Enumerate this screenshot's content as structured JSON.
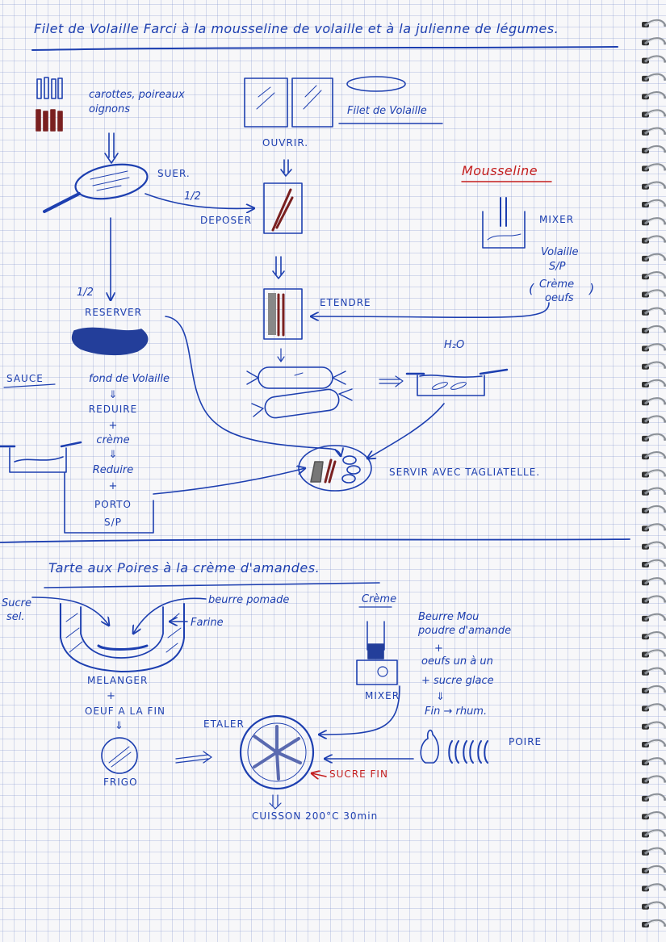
{
  "recipe1": {
    "title": "Filet de Volaille Farci à la mousseline de volaille et à la julienne de légumes.",
    "veg_note_1": "carottes, poireaux",
    "veg_note_2": "oignons",
    "suer": "SUER.",
    "half_a": "1/2",
    "deposer": "DEPOSER",
    "half_b": "1/2",
    "reserver": "RESERVER",
    "filet_label": "Filet de Volaille",
    "ouvrir": "OUVRIR.",
    "mousseline_title": "Mousseline",
    "mixer": "MIXER",
    "volaille": "Volaille",
    "sp": "S/P",
    "creme_oeufs_1": "Crème",
    "creme_oeufs_2": "oeufs",
    "paren_open": "(",
    "paren_close": ")",
    "etendre": "ETENDRE",
    "water": "H₂O",
    "sauce_title": "SAUCE",
    "sauce_steps": [
      "fond de Volaille",
      "⇓",
      "REDUIRE",
      "+",
      "crème",
      "⇓",
      "Reduire",
      "+",
      "PORTO",
      "S/P"
    ],
    "servir": "SERVIR AVEC TAGLIATELLE."
  },
  "recipe2": {
    "title": "Tarte aux Poires à la crème d'amandes.",
    "sucre_sel_1": "Sucre",
    "sucre_sel_2": "sel.",
    "beurre_pommade": "beurre pomade",
    "farine": "Farine",
    "melanger": "MELANGER",
    "plus": "+",
    "oeuf_fin": "OEUF A LA FIN",
    "arrow_down": "⇓",
    "frigo": "FRIGO",
    "etaler": "ETALER",
    "sucre_fin": "SUCRE FIN",
    "cuisson": "CUISSON 200°C 30min",
    "creme_title": "Crème",
    "creme_mixer": "MIXER",
    "creme_steps": [
      "Beurre Mou",
      "poudre d'amande",
      "+",
      "oeufs un à un",
      "+ sucre glace",
      "⇓",
      "Fin → rhum."
    ],
    "poire": "POIRE"
  },
  "colors": {
    "ink": "#1d3fb0",
    "red": "#c41e1e",
    "brown": "#7a2020"
  }
}
